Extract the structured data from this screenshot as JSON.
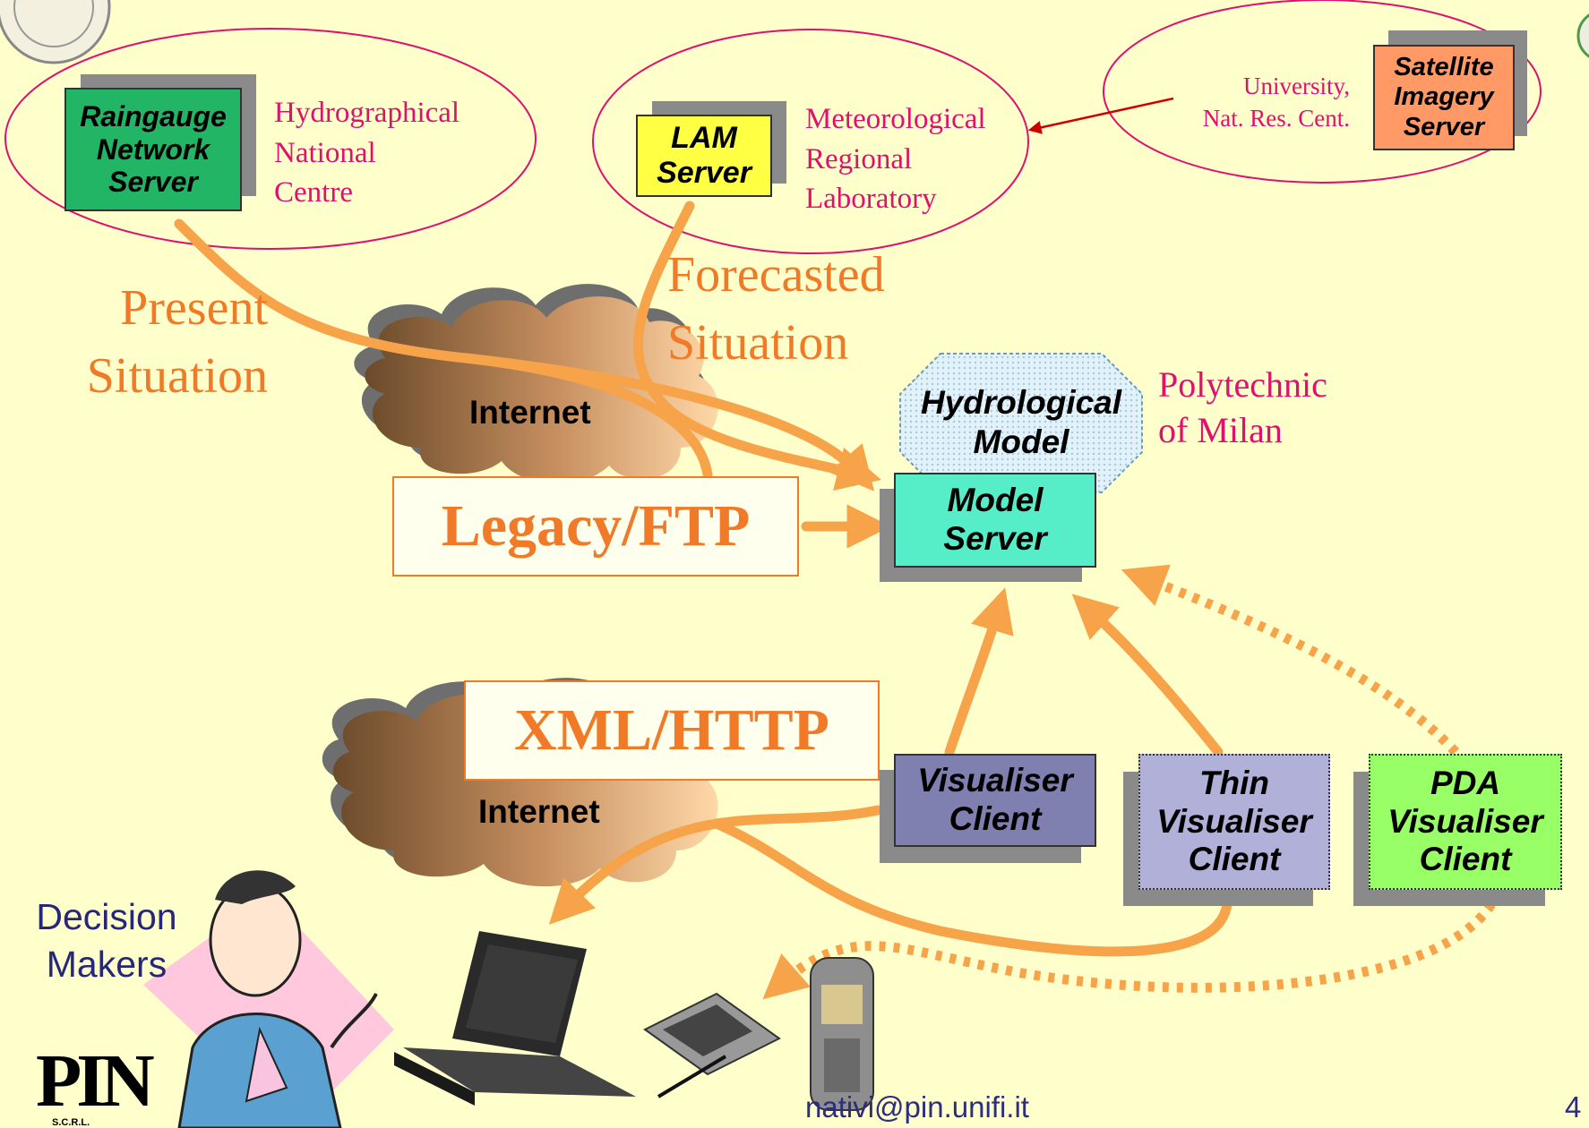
{
  "raingauge": {
    "lines": [
      "Raingauge",
      "Network",
      "Server"
    ],
    "org": [
      "Hydrographical",
      "National",
      "Centre"
    ]
  },
  "lam": {
    "lines": [
      "LAM",
      "Server"
    ],
    "org": [
      "Meteorological",
      "Regional",
      "Laboratory"
    ]
  },
  "satellite": {
    "lines": [
      "Satellite",
      "Imagery",
      "Server"
    ],
    "org": [
      "University,",
      "Nat. Res. Cent."
    ]
  },
  "present": [
    "Present",
    "Situation"
  ],
  "forecast": [
    "Forecasted",
    "Situation"
  ],
  "internet_top": "Internet",
  "internet_bottom": "Internet",
  "legacy": "Legacy/FTP",
  "xml": "XML/HTTP",
  "hydro_model": [
    "Hydrological",
    "Model"
  ],
  "model_server": [
    "Model",
    "Server"
  ],
  "polytechnic": [
    "Polytechnic",
    "of Milan"
  ],
  "visualiser": [
    "Visualiser",
    "Client"
  ],
  "thin_visualiser": [
    "Thin",
    "Visualiser",
    "Client"
  ],
  "pda_visualiser": [
    "PDA",
    "Visualiser",
    "Client"
  ],
  "decision": [
    "Decision",
    "Makers"
  ],
  "logo_text": "PIN",
  "logo_sub": "S.C.R.L.",
  "email": "nativi@pin.unifi.it",
  "page_number": "4",
  "colors": {
    "background": "#FFFFCC",
    "raingauge": "#22B566",
    "lam": "#FFFF44",
    "satellite": "#FF9966",
    "model_server": "#55EEC8",
    "hydro_model": "#D6EEF8",
    "visualiser": "#8080B0",
    "thin_visualiser": "#B0B0D8",
    "pda_visualiser": "#99FF66",
    "arrow": "#F7A34A",
    "org_label": "#E0106E",
    "situation_label": "#F07A28"
  }
}
